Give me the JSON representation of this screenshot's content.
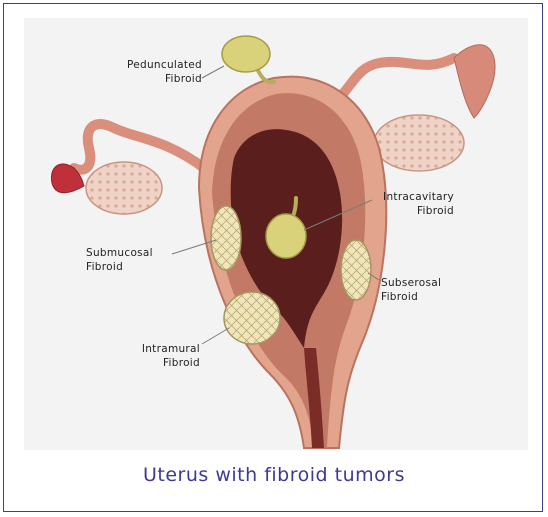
{
  "labels": {
    "pedunculated": {
      "line1": "Pedunculated",
      "line2": "Fibroid"
    },
    "intracavitary": {
      "line1": "Intracavitary",
      "line2": "Fibroid"
    },
    "submucosal": {
      "line1": "Submucosal",
      "line2": "Fibroid"
    },
    "subserosal": {
      "line1": "Subserosal",
      "line2": "Fibroid"
    },
    "intramural": {
      "line1": "Intramural",
      "line2": "Fibroid"
    }
  },
  "caption": "Uterus with fibroid tumors",
  "colors": {
    "border": "#3b3f8f",
    "caption": "#3d3a94",
    "background": "#f3f3f3",
    "uterus_outer": "#e3a48e",
    "uterus_muscle": "#c27a66",
    "cavity": "#5a1f1c",
    "fibroid": "#f0e8c2",
    "pedunculated_fibroid": "#d9d27a",
    "ovary": "#efcbbc",
    "tube": "#d98f7b"
  }
}
